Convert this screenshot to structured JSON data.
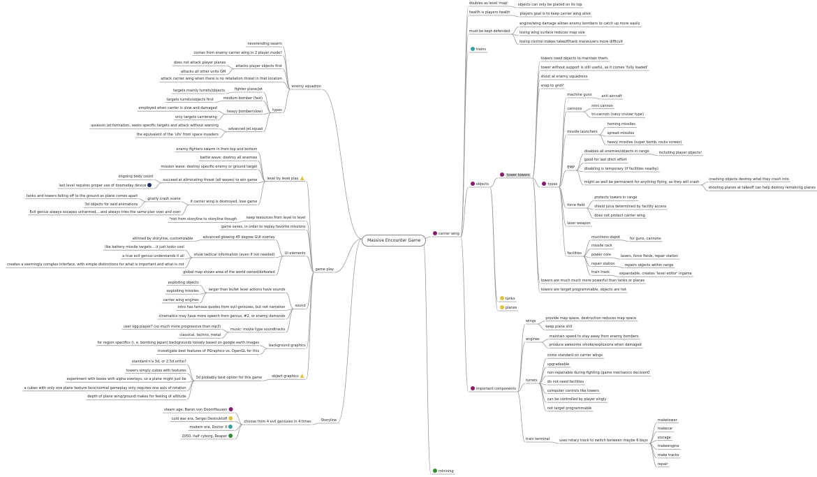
{
  "root": {
    "label": "Massive Encounter Game"
  },
  "left": [
    {
      "label": "enemy squadron",
      "children": [
        {
          "label": "neverending swarm"
        },
        {
          "label": "comes from enemy carrier wing in 2 player mode?"
        },
        {
          "label": "attacks player objects first",
          "children": [
            {
              "label": "does not attack player planes"
            },
            {
              "label": "attacks all other units GM"
            }
          ]
        },
        {
          "label": "attack carrier wing when there is no retaliation threat in that location"
        },
        {
          "label": "types",
          "children": [
            {
              "label": "fighter plane/jet",
              "children": [
                {
                  "label": "targets mainly turrets/objects"
                }
              ]
            },
            {
              "label": "medium bomber (fast)",
              "children": [
                {
                  "label": "targets turrets/objects first"
                }
              ]
            },
            {
              "label": "heavy bomber(slow)",
              "children": [
                {
                  "label": "employed when carrier is slow and damaged"
                },
                {
                  "label": "only targets carrierwing"
                }
              ]
            },
            {
              "label": "advanced jet squad",
              "children": [
                {
                  "label": "assassin jet formation, seeks specific targets and attack without warning"
                },
                {
                  "label": "the equivalent of the 'ufo' from space invaders"
                }
              ]
            }
          ]
        }
      ]
    },
    {
      "label": "game play",
      "children": [
        {
          "label": "level by level play",
          "icon": "warning-icon",
          "children": [
            {
              "label": "enemy fighters swarm in from top and bottom"
            },
            {
              "label": "battle wave: destroy all enemies"
            },
            {
              "label": "mission wave: destroy specific enemy or ground target"
            },
            {
              "label": "succeed at eliminating threat (all waves) to win game",
              "children": [
                {
                  "label": "ongoing body count"
                },
                {
                  "label": "last level requires proper use of doomsday device",
                  "icon": "bomb-icon"
                }
              ]
            },
            {
              "label": "if carrier wing is destroyed, lose game",
              "children": [
                {
                  "label": "gnarly crash scene",
                  "children": [
                    {
                      "label": "tanks and towers falling off to the ground as plane comes apart"
                    },
                    {
                      "label": "3d objects for said animations"
                    }
                  ]
                },
                {
                  "label": "Evil genius always escapes unharmed....and always tries the same plan over and over"
                }
              ]
            }
          ]
        },
        {
          "label": "keep resources from level to level",
          "children": [
            {
              "label": "*not from storyline to storyline though"
            }
          ]
        },
        {
          "label": "game saves, in order to replay favorite missions"
        },
        {
          "label": "UI elements",
          "children": [
            {
              "label": "advanced glowing 45 degree GUI overlay",
              "children": [
                {
                  "label": "skinned by storyline, customizable"
                }
              ]
            },
            {
              "label": "show tactical information (even if not needed)",
              "children": [
                {
                  "label": "like battery missile targets....it just looks cool"
                },
                {
                  "label": "a true evil genius understands it all"
                },
                {
                  "label": "creates a seemingly complex interface, with simple distinctions for what is important and what is not"
                }
              ]
            },
            {
              "label": "global map shows area of the world owned/defeated"
            }
          ]
        },
        {
          "label": "sound",
          "children": [
            {
              "label": "larger than bullet level actions have sounds",
              "children": [
                {
                  "label": "exploding objects"
                },
                {
                  "label": "exploding missiles"
                },
                {
                  "label": "carrier wing engines"
                }
              ]
            },
            {
              "label": "intro has famous quotes from evil geniuses, but not narration"
            },
            {
              "label": "cinematics may have more speech from genius, #2, or enemy demands"
            },
            {
              "label": "music: movie type soundtracks",
              "children": [
                {
                  "label": "user ogg player? (so much more progressive than mp3)"
                },
                {
                  "label": "classical, techno, metal"
                }
              ]
            }
          ]
        },
        {
          "label": "background graphics",
          "children": [
            {
              "label": "for region specifics (i. e. bombing japan) backgrounds loosely based on google earth images"
            },
            {
              "label": "investigate best features of PGraphics vs. OpenGL for this"
            }
          ]
        },
        {
          "label": "object graphics",
          "icon": "warning-icon",
          "children": [
            {
              "label": "3d probably best option for this game",
              "children": [
                {
                  "label": "standard n'a 3d, or 2.5d ortho?"
                },
                {
                  "label": "towers simply cubes with textures"
                },
                {
                  "label": "experiment with boxes with alpha overlays, so a plane might just be"
                },
                {
                  "label": "a cubes with only one plane texture face(normal gameplay only requires one axis of rotation"
                },
                {
                  "label": "depth of plane wing/ground makes for feeling of altitude"
                }
              ]
            }
          ]
        }
      ]
    },
    {
      "label": "Storyline",
      "children": [
        {
          "label": "choose from 4 evil geniuses in 4 times",
          "children": [
            {
              "label": "steam age, Baron von DoomHausen",
              "icon": "priority-1-icon"
            },
            {
              "label": "cold war era, Sergei Destruktoff",
              "icon": "priority-2-icon"
            },
            {
              "label": "modern era, Doctor X",
              "icon": "priority-3-icon"
            },
            {
              "label": "2050, half cyborg,  Reaper",
              "icon": "priority-4-icon"
            }
          ]
        }
      ]
    }
  ],
  "right": [
    {
      "label": "carrier wing",
      "icon": "priority-1-icon",
      "children": [
        {
          "label": "doubles as level 'map'",
          "children": [
            {
              "label": "objects can only be placed on its top"
            }
          ]
        },
        {
          "label": "health is players health",
          "children": [
            {
              "label": "players goal is to keep carrier wing alive"
            }
          ]
        },
        {
          "label": "must be kept defended",
          "children": [
            {
              "label": "engine/wing damage allows enemy bombers to catch up more easily"
            },
            {
              "label": "losing wing surface reduces map size"
            },
            {
              "label": "losing control makes takeoff/tank maneuvers more difficult"
            }
          ]
        },
        {
          "label": "trains",
          "icon": "priority-3-icon"
        },
        {
          "label": "objects",
          "icon": "priority-1-icon",
          "children": [
            {
              "label": "tower towers",
              "icon": "priority-1-icon",
              "children": [
                {
                  "label": "towers need objects to maintain them."
                },
                {
                  "label": "tower without support is still useful, as it comes 'fully loaded'"
                },
                {
                  "label": "shoot at enemy squadrons"
                },
                {
                  "label": "snap to grid?"
                },
                {
                  "label": "types",
                  "icon": "priority-1-icon",
                  "children": [
                    {
                      "label": "machine guns",
                      "children": [
                        {
                          "label": "anti aircraft"
                        }
                      ]
                    },
                    {
                      "label": "cannons",
                      "children": [
                        {
                          "label": "mini cannon"
                        },
                        {
                          "label": "tri-cannon (navy cruiser type)"
                        }
                      ]
                    },
                    {
                      "label": "missile launchers",
                      "children": [
                        {
                          "label": "homing missiles"
                        },
                        {
                          "label": "spread missiles"
                        },
                        {
                          "label": "heavy missiles (super bomb, rocks screen)"
                        }
                      ]
                    },
                    {
                      "label": "EMP",
                      "children": [
                        {
                          "label": "disables all enemies/objects in range",
                          "children": [
                            {
                              "label": "including player objects!"
                            }
                          ]
                        },
                        {
                          "label": "good for last ditch effort"
                        },
                        {
                          "label": "disabling is temporary (if facilities nearby)"
                        },
                        {
                          "label": "might as well be permanent for anything flying, as they will crash",
                          "children": [
                            {
                              "label": "crashing objects destroy what they crash into"
                            },
                            {
                              "label": "shooting planes at takeoff can help destroy remaining planes"
                            }
                          ]
                        }
                      ]
                    },
                    {
                      "label": "force field",
                      "children": [
                        {
                          "label": "protects towers in range"
                        },
                        {
                          "label": "shield juice determined by facility access"
                        },
                        {
                          "label": "does not protect carrier wing"
                        }
                      ]
                    },
                    {
                      "label": "laser weapon"
                    },
                    {
                      "label": "facilities",
                      "children": [
                        {
                          "label": "munitions depot",
                          "children": [
                            {
                              "label": "for guns, cannons"
                            }
                          ]
                        },
                        {
                          "label": "missile rack"
                        },
                        {
                          "label": "power core",
                          "children": [
                            {
                              "label": "lasers, force fields, repair station"
                            }
                          ]
                        },
                        {
                          "label": "repair station",
                          "children": [
                            {
                              "label": "repairs objects within range"
                            }
                          ]
                        },
                        {
                          "label": "train track",
                          "children": [
                            {
                              "label": "expandable, creates 'level editor' ingame"
                            }
                          ]
                        }
                      ]
                    }
                  ]
                },
                {
                  "label": "towers are much much more powerful than tanks or planes"
                },
                {
                  "label": "towers are target programmable, objects are not"
                }
              ]
            },
            {
              "label": "tanks",
              "icon": "priority-2-icon"
            },
            {
              "label": "planes",
              "icon": "priority-2-icon"
            }
          ]
        },
        {
          "label": "important components",
          "icon": "priority-1-icon",
          "children": [
            {
              "label": "wings",
              "children": [
                {
                  "label": "provide map space, destruction reduces map space"
                },
                {
                  "label": "keep plane still"
                }
              ]
            },
            {
              "label": "engines",
              "children": [
                {
                  "label": "maintain speed to stay away from enemy bombers"
                },
                {
                  "label": "produce awesome smoke/explosions when damaged"
                }
              ]
            },
            {
              "label": "turrets",
              "children": [
                {
                  "label": "come standard on carrier wings"
                },
                {
                  "label": "upgradeable"
                },
                {
                  "label": "non-repairable during fighting (game mechanics decision0"
                },
                {
                  "label": "do not need facilities"
                },
                {
                  "label": "computer controls like towers"
                },
                {
                  "label": "can be controlled by player singly"
                },
                {
                  "label": "not target programmable"
                }
              ]
            },
            {
              "label": "train terminal",
              "children": [
                {
                  "label": "uses rotary track to switch between maybe 6 bays",
                  "children": [
                    {
                      "label": "maketower"
                    },
                    {
                      "label": "makecar"
                    },
                    {
                      "label": "storage"
                    },
                    {
                      "label": "makeengine"
                    },
                    {
                      "label": "make tracks"
                    },
                    {
                      "label": "repair"
                    }
                  ]
                }
              ]
            }
          ]
        }
      ]
    },
    {
      "label": "minining",
      "icon": "priority-4-icon"
    }
  ]
}
